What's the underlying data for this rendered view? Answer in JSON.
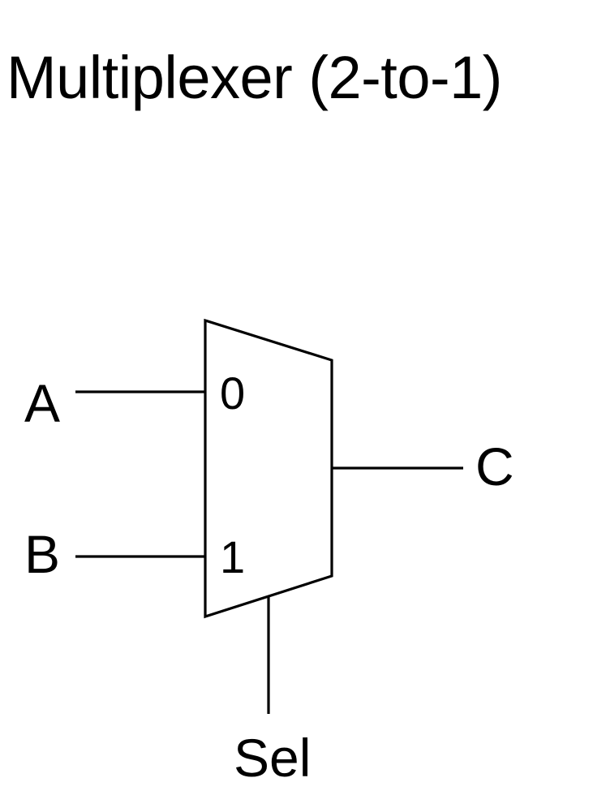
{
  "title": "Multiplexer (2-to-1)",
  "mux": {
    "inputs": [
      {
        "signal": "A",
        "port": "0"
      },
      {
        "signal": "B",
        "port": "1"
      }
    ],
    "output": {
      "signal": "C"
    },
    "select": {
      "signal": "Sel"
    }
  },
  "colors": {
    "stroke": "#000000",
    "text": "#000000",
    "background": "#ffffff"
  }
}
